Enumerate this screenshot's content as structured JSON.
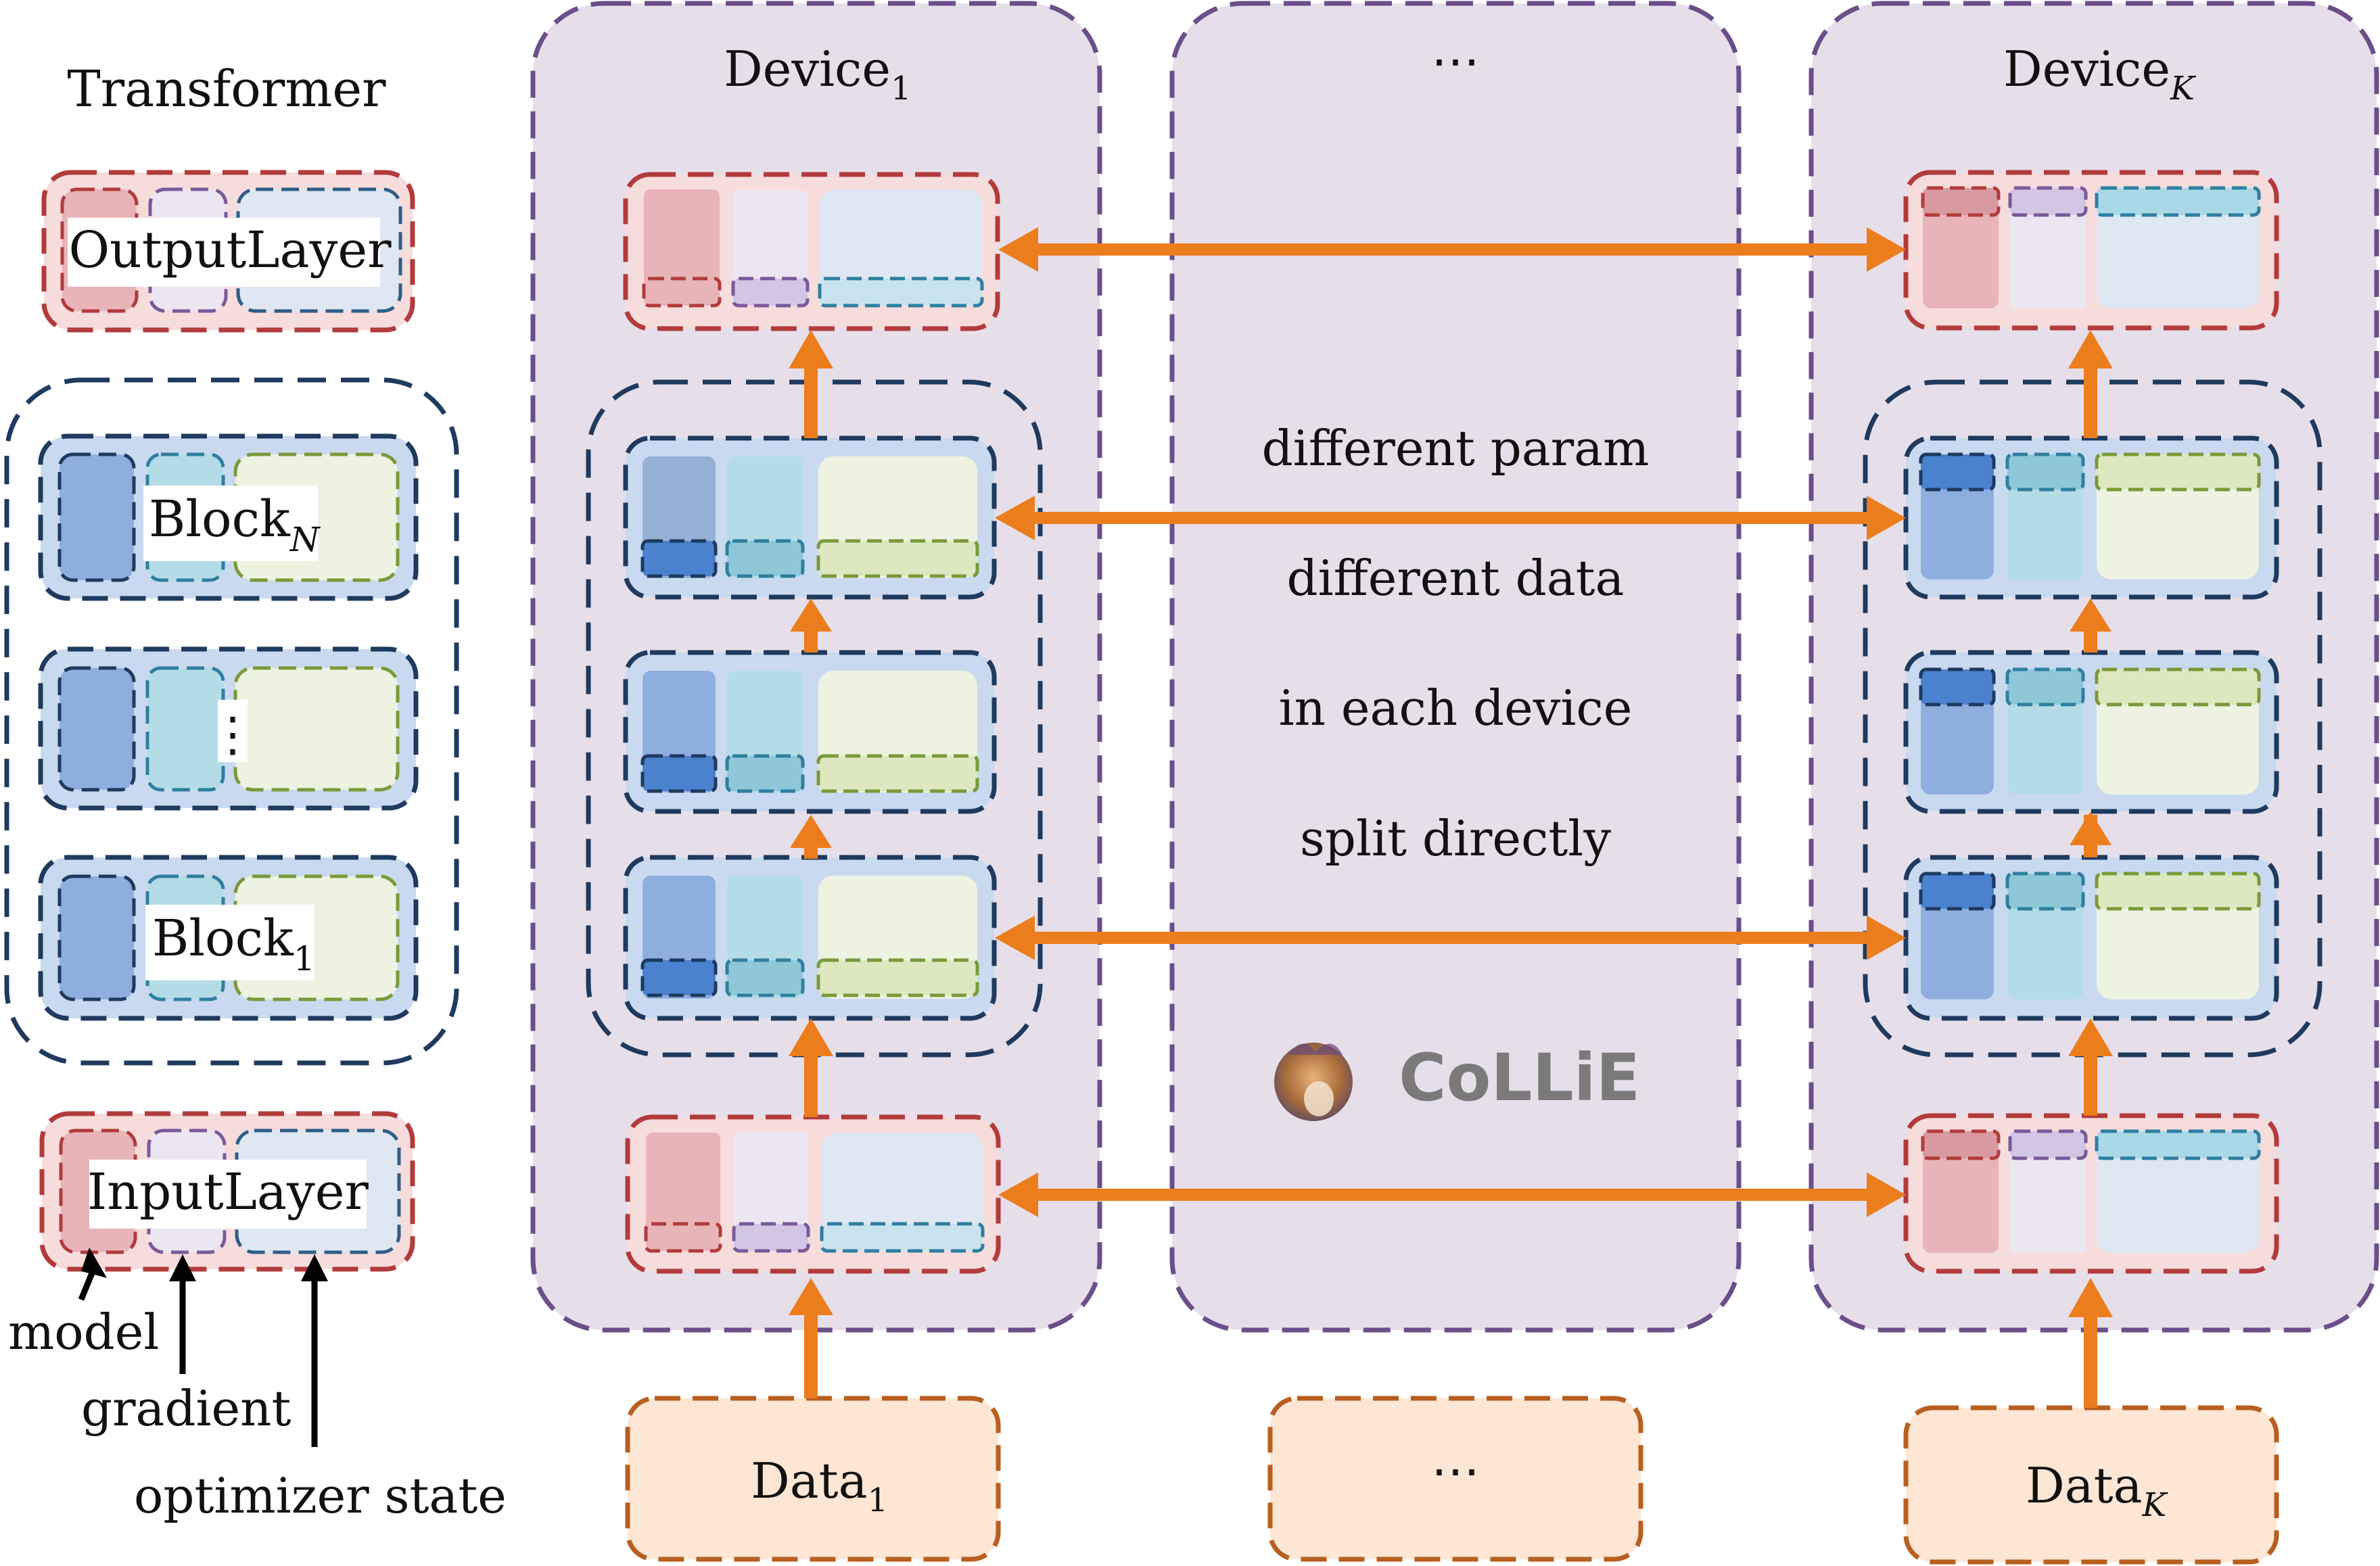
{
  "transformer": {
    "title": "Transformer",
    "output_layer": "OutputLayer",
    "block_n_base": "Block",
    "block_n_sub": "N",
    "vdots": "⋮",
    "block_1_base": "Block",
    "block_1_sub": "1",
    "input_layer": "InputLayer"
  },
  "legend": {
    "model": "model",
    "gradient": "gradient",
    "optimizer_state": "optimizer state"
  },
  "devices": {
    "device_1_base": "Device",
    "device_1_sub": "1",
    "middle": "⋯",
    "device_k_base": "Device",
    "device_k_sub": "K"
  },
  "notes": {
    "line1": "different param",
    "line2": "different data",
    "line3": "in each device",
    "line4": "split directly"
  },
  "logo": {
    "text": "CoLLiE"
  },
  "data": {
    "data_1_base": "Data",
    "data_1_sub": "1",
    "middle": "⋯",
    "data_k_base": "Data",
    "data_k_sub": "K"
  },
  "colors": {
    "device_fill": "#e6dfea",
    "device_border": "#6b4e8a",
    "layer_pink_fill": "#f7dcdc",
    "layer_pink_border": "#b23b3b",
    "block_blue_fill": "#c9daf0",
    "block_navy_border": "#1f3a5f",
    "model_blue": "#8faee0",
    "grad_teal": "#b4dce6",
    "opt_green": "#eef2e0",
    "data_fill": "#fde6d4",
    "data_border": "#b85f1f",
    "arrow_orange": "#ec7d1c"
  }
}
